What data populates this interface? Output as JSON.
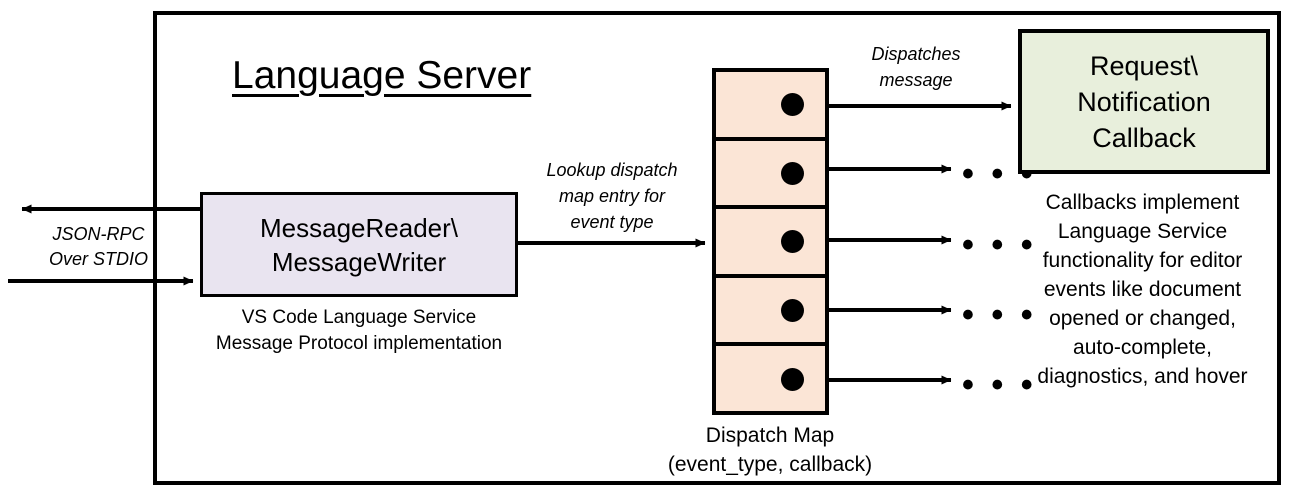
{
  "diagram": {
    "title": "Language Server",
    "server_box": {
      "border_color": "#000000"
    },
    "reader": {
      "line1": "MessageReader\\",
      "line2": "MessageWriter",
      "fill": "#E9E4F0",
      "caption_line1": "VS Code Language Service",
      "caption_line2": "Message Protocol implementation"
    },
    "transport": {
      "label_line1": "JSON-RPC",
      "label_line2": "Over STDIO"
    },
    "lookup": {
      "label_line1": "Lookup dispatch",
      "label_line2": "map entry for",
      "label_line3": "event type"
    },
    "dispatch": {
      "label_line1": "Dispatches",
      "label_line2": "message",
      "fill": "#FBE5D6",
      "caption_line1": "Dispatch Map",
      "caption_line2": "(event_type, callback)",
      "rows": [
        {
          "id": "row-1",
          "dot": "filled-dot",
          "target": "request-notification-callback"
        },
        {
          "id": "row-2",
          "dot": "filled-dot",
          "target": "ellipsis"
        },
        {
          "id": "row-3",
          "dot": "filled-dot",
          "target": "ellipsis"
        },
        {
          "id": "row-4",
          "dot": "filled-dot",
          "target": "ellipsis"
        },
        {
          "id": "row-5",
          "dot": "filled-dot",
          "target": "ellipsis"
        }
      ],
      "ellipsis_glyph": "• • •"
    },
    "callback": {
      "line1": "Request\\",
      "line2": "Notification",
      "line3": "Callback",
      "fill": "#E8EFDC",
      "caption_line1": "Callbacks implement",
      "caption_line2": "Language Service",
      "caption_line3": "functionality for editor",
      "caption_line4": "events like document",
      "caption_line5": "opened or changed,",
      "caption_line6": "auto-complete,",
      "caption_line7": "diagnostics, and hover"
    }
  }
}
